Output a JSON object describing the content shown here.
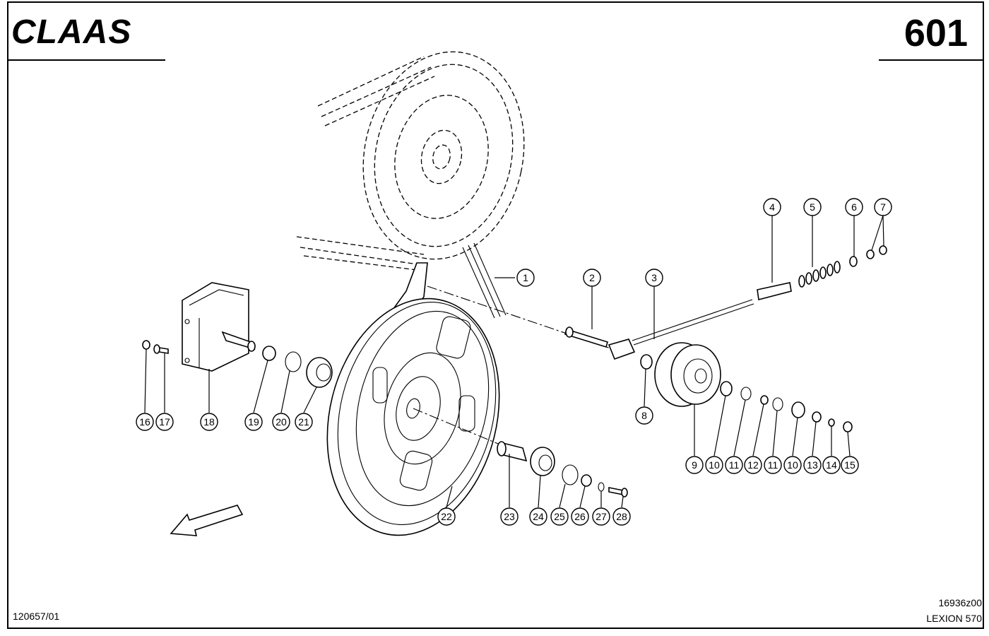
{
  "header": {
    "brand": "CLAAS",
    "page_number": "601"
  },
  "footer": {
    "document_ref": "120657/01",
    "drawing_number": "16936z00",
    "model": "LEXION 570"
  },
  "callouts": [
    "1",
    "2",
    "3",
    "4",
    "5",
    "6",
    "7",
    "8",
    "9",
    "10",
    "11",
    "12",
    "11",
    "10",
    "13",
    "14",
    "15",
    "16",
    "17",
    "18",
    "19",
    "20",
    "21",
    "22",
    "23",
    "24",
    "25",
    "26",
    "27",
    "28"
  ]
}
